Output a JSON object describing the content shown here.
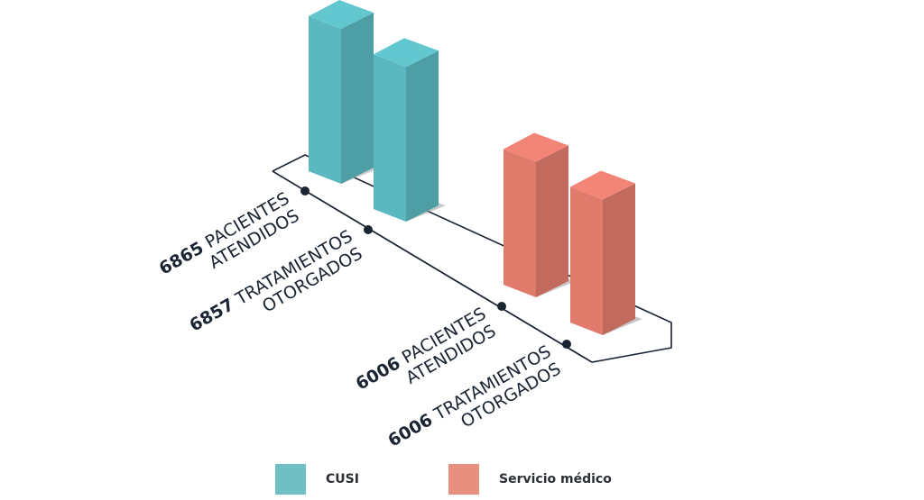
{
  "chart_data": {
    "type": "bar",
    "categories": [
      "PACIENTES ATENDIDOS",
      "TRATAMIENTOS OTORGADOS"
    ],
    "series": [
      {
        "name": "CUSI",
        "color": "#5BB8C0",
        "values": [
          6865,
          6857
        ],
        "labels": [
          {
            "num": "6865",
            "line1": "PACIENTES",
            "line2": "ATENDIDOS"
          },
          {
            "num": "6857",
            "line1": "TRATAMIENTOS",
            "line2": "OTORGADOS"
          }
        ]
      },
      {
        "name": "Servicio médico",
        "color": "#E07B6C",
        "values": [
          6006,
          6006
        ],
        "labels": [
          {
            "num": "6006",
            "line1": "PACIENTES",
            "line2": "ATENDIDOS"
          },
          {
            "num": "6006",
            "line1": "TRATAMIENTOS",
            "line2": "OTORGADOS"
          }
        ]
      }
    ],
    "legend_position": "bottom",
    "grid": false,
    "style": "3d-isometric"
  },
  "legend": [
    {
      "label": "CUSI",
      "color": "#6FBFC4"
    },
    {
      "label": "Servicio médico",
      "color": "#E8907F"
    }
  ]
}
